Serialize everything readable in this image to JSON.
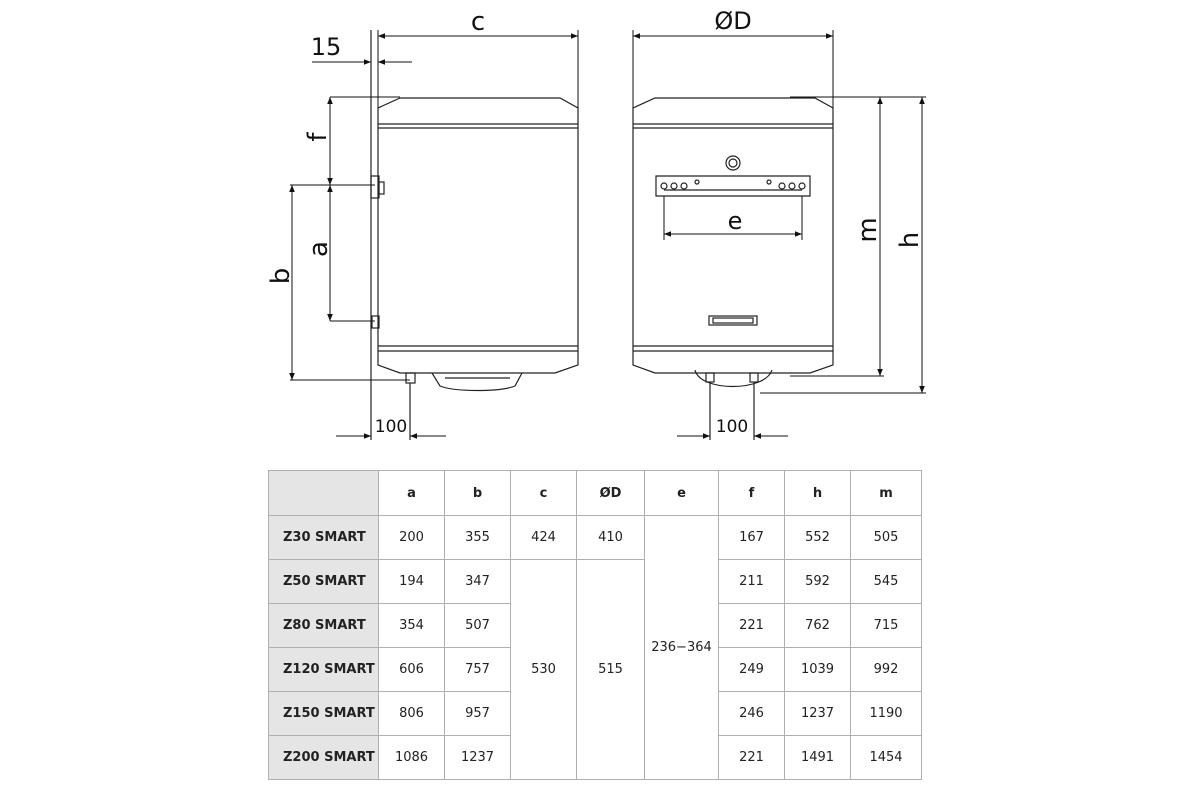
{
  "drawing": {
    "labels": {
      "c": "c",
      "d": "ØD",
      "gap": "15",
      "f": "f",
      "a": "a",
      "b": "b",
      "e": "e",
      "m": "m",
      "h": "h",
      "side_offset": "100",
      "front_offset": "100"
    }
  },
  "table": {
    "headers": [
      "a",
      "b",
      "c",
      "ØD",
      "e",
      "f",
      "h",
      "m"
    ],
    "rows": [
      {
        "model": "Z30 SMART",
        "a": "200",
        "b": "355",
        "c": "424",
        "d": "410",
        "f": "167",
        "h": "552",
        "m": "505"
      },
      {
        "model": "Z50 SMART",
        "a": "194",
        "b": "347",
        "f": "211",
        "h": "592",
        "m": "545"
      },
      {
        "model": "Z80 SMART",
        "a": "354",
        "b": "507",
        "f": "221",
        "h": "762",
        "m": "715"
      },
      {
        "model": "Z120 SMART",
        "a": "606",
        "b": "757",
        "f": "249",
        "h": "1039",
        "m": "992"
      },
      {
        "model": "Z150 SMART",
        "a": "806",
        "b": "957",
        "f": "246",
        "h": "1237",
        "m": "1190"
      },
      {
        "model": "Z200 SMART",
        "a": "1086",
        "b": "1237",
        "f": "221",
        "h": "1491",
        "m": "1454"
      }
    ],
    "merged": {
      "c": "530",
      "d": "515",
      "e": "236−364"
    }
  }
}
